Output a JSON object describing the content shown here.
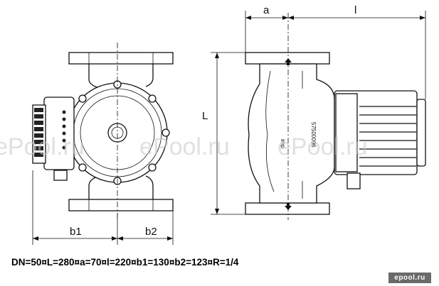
{
  "dimension_labels": {
    "a": "a",
    "l": "l",
    "L": "L",
    "b1": "b1",
    "b2": "b2"
  },
  "spec_line": "DN=50¤L=280¤a=70¤l=220¤b1=130¤b2=123¤R=1/4",
  "pump_markings": {
    "brand": "imp",
    "serial": "57500096"
  },
  "watermark": {
    "repeat_text": "ePool.ru",
    "corner_logo": "epool.ru"
  }
}
